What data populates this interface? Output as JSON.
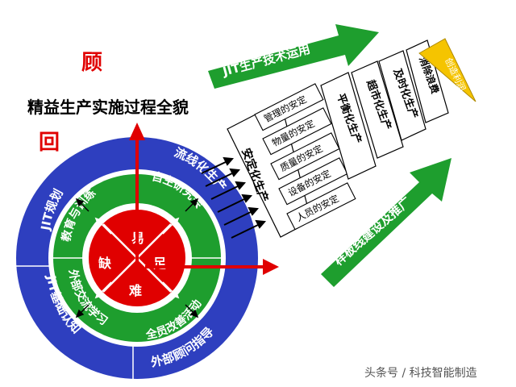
{
  "header": {
    "left_char_top": "顾",
    "title": "精益生产实施过程全貌",
    "left_char_bottom": "回"
  },
  "outer_ring": {
    "jit_plan": "JIT规划",
    "flow_production": "流线化生产",
    "jit_basic": "JIT基础认知",
    "external_consultant": "外部顾问指导"
  },
  "middle_ring": {
    "education_training": "教育与训练",
    "self_research": "自主研究会",
    "external_exchange": "外部交流学习",
    "all_staff_improvement": "全员改善活动"
  },
  "core": {
    "easy": "易",
    "lack": "缺",
    "enough": "足",
    "hard": "难"
  },
  "stabilization": {
    "group_label": "安定化生产",
    "items": [
      "管理的安定",
      "物量的安定",
      "质量的安定",
      "设备的安定",
      "人员的安定"
    ]
  },
  "levels": {
    "leveled_production": "平衡化生产",
    "supermarket_production": "超市化生产",
    "just_in_time": "及时化生产",
    "eliminate_waste": "消除浪费",
    "create_profit": "创造利润"
  },
  "arrows": {
    "jit_technology": "JIT生产技术运用",
    "model_line": "样板线建设及推广"
  },
  "watermark": "头条号 / 科技智能制造",
  "colors": {
    "blue": "#2e3fbf",
    "green": "#1e9e2e",
    "red": "#e00000",
    "gold": "#f5c400"
  }
}
